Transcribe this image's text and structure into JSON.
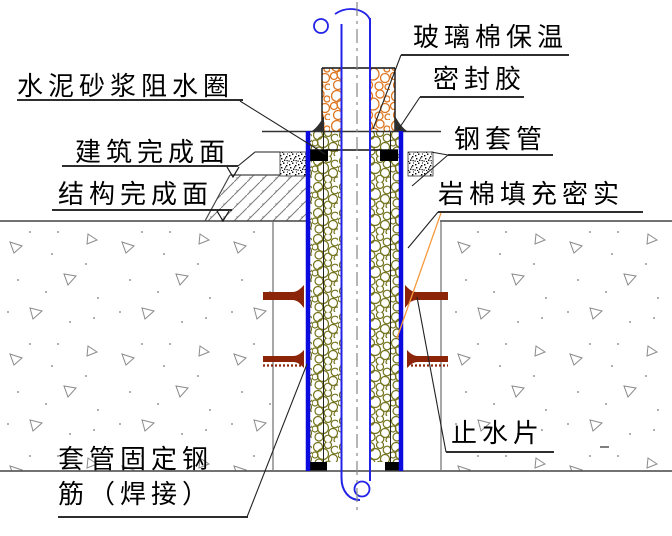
{
  "drawing": {
    "labels": {
      "cement_mortar_ring": "水泥砂浆阻水圈",
      "building_finish_surface": "建筑完成面",
      "structure_finish_surface": "结构完成面",
      "sleeve_fixing_rebar_line1": "套管固定钢",
      "sleeve_fixing_rebar_line2": "筋（焊接）",
      "glass_wool_insulation": "玻璃棉保温",
      "sealant": "密封胶",
      "steel_sleeve": "钢套管",
      "rock_wool_fill": "岩棉填充密实",
      "water_stop_plate": "止水片"
    },
    "colors": {
      "blue": "#0b0bdf",
      "pipeblue": "#2222e8",
      "darkred": "#8b2408",
      "leaderorange": "#f59a3d",
      "line": "#3a3a3a",
      "gray": "#6e6e6e",
      "glass_wool_pattern": "#dd7722",
      "rock_wool_pattern": "#72721c"
    }
  }
}
